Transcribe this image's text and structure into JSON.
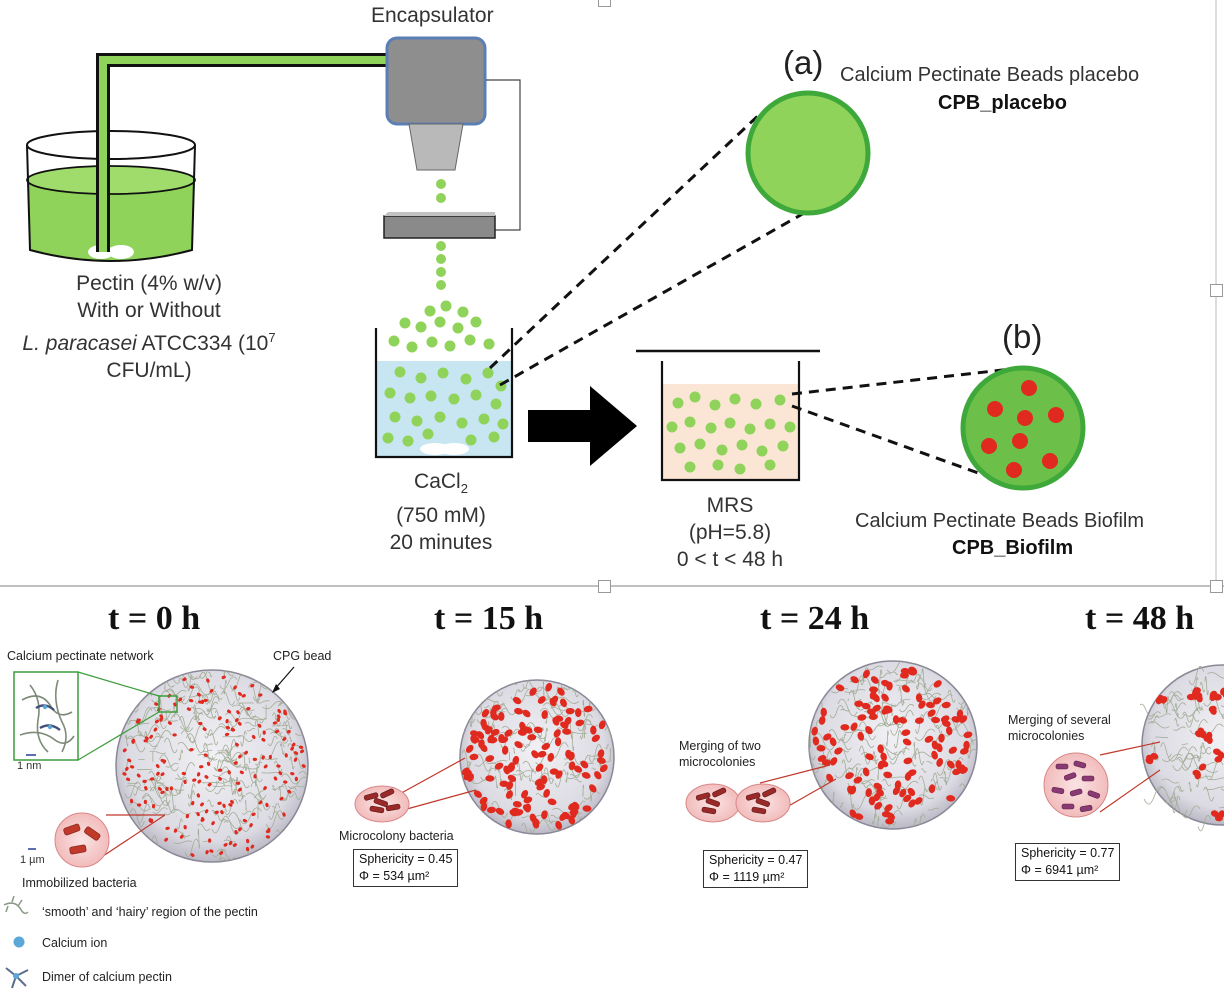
{
  "top": {
    "encapsulator": "Encapsulator",
    "pectin_line1": "Pectin (4% w/v)",
    "pectin_line2": "With or Without",
    "pectin_species": "L. paracasei",
    "pectin_strain": " ATCC334 (10",
    "pectin_exp": "7",
    "pectin_line4": "CFU/mL)",
    "cacl_main": "CaCl",
    "cacl_sub": "2",
    "cacl_line2": "(750 mM)",
    "cacl_line3": "20 minutes",
    "mrs_line1": "MRS",
    "mrs_line2": "(pH=5.8)",
    "mrs_line3": "0 < t < 48 h",
    "label_a": "(a)",
    "label_b": "(b)",
    "placebo_title": "Calcium Pectinate Beads placebo",
    "placebo_code": "CPB_placebo",
    "biofilm_title": "Calcium Pectinate Beads Biofilm",
    "biofilm_code": "CPB_Biofilm"
  },
  "bottom": {
    "times": [
      "t = 0 h",
      "t = 15 h",
      "t = 24 h",
      "t = 48 h"
    ],
    "network_label": "Calcium pectinate network",
    "cpg_bead": "CPG bead",
    "scale_nm": "1 nm",
    "scale_um": "1 µm",
    "immobilized": "Immobilized bacteria",
    "microcolony": "Microcolony bacteria",
    "merging_two_1": "Merging of two",
    "merging_two_2": "microcolonies",
    "merging_several_1": "Merging of several",
    "merging_several_2": "microcolonies",
    "sph15": "Sphericity = 0.45",
    "phi15": "Φ = 534 µm²",
    "sph24": "Sphericity = 0.47",
    "phi24": "Φ = 1119 µm²",
    "sph48": "Sphericity = 0.77",
    "phi48": "Φ = 6941 µm²",
    "legend_pectin": "‘smooth’ and ‘hairy’ region of the pectin",
    "legend_calcium": "Calcium ion",
    "legend_dimer": "Dimer of calcium pectin"
  },
  "colors": {
    "pectin_green": "#8fd35a",
    "bead_green": "#6cc04a",
    "bacteria_red": "#e02a1f",
    "liquid_blue": "#c8e6f2",
    "mrs_beige": "#fbe6d6"
  }
}
